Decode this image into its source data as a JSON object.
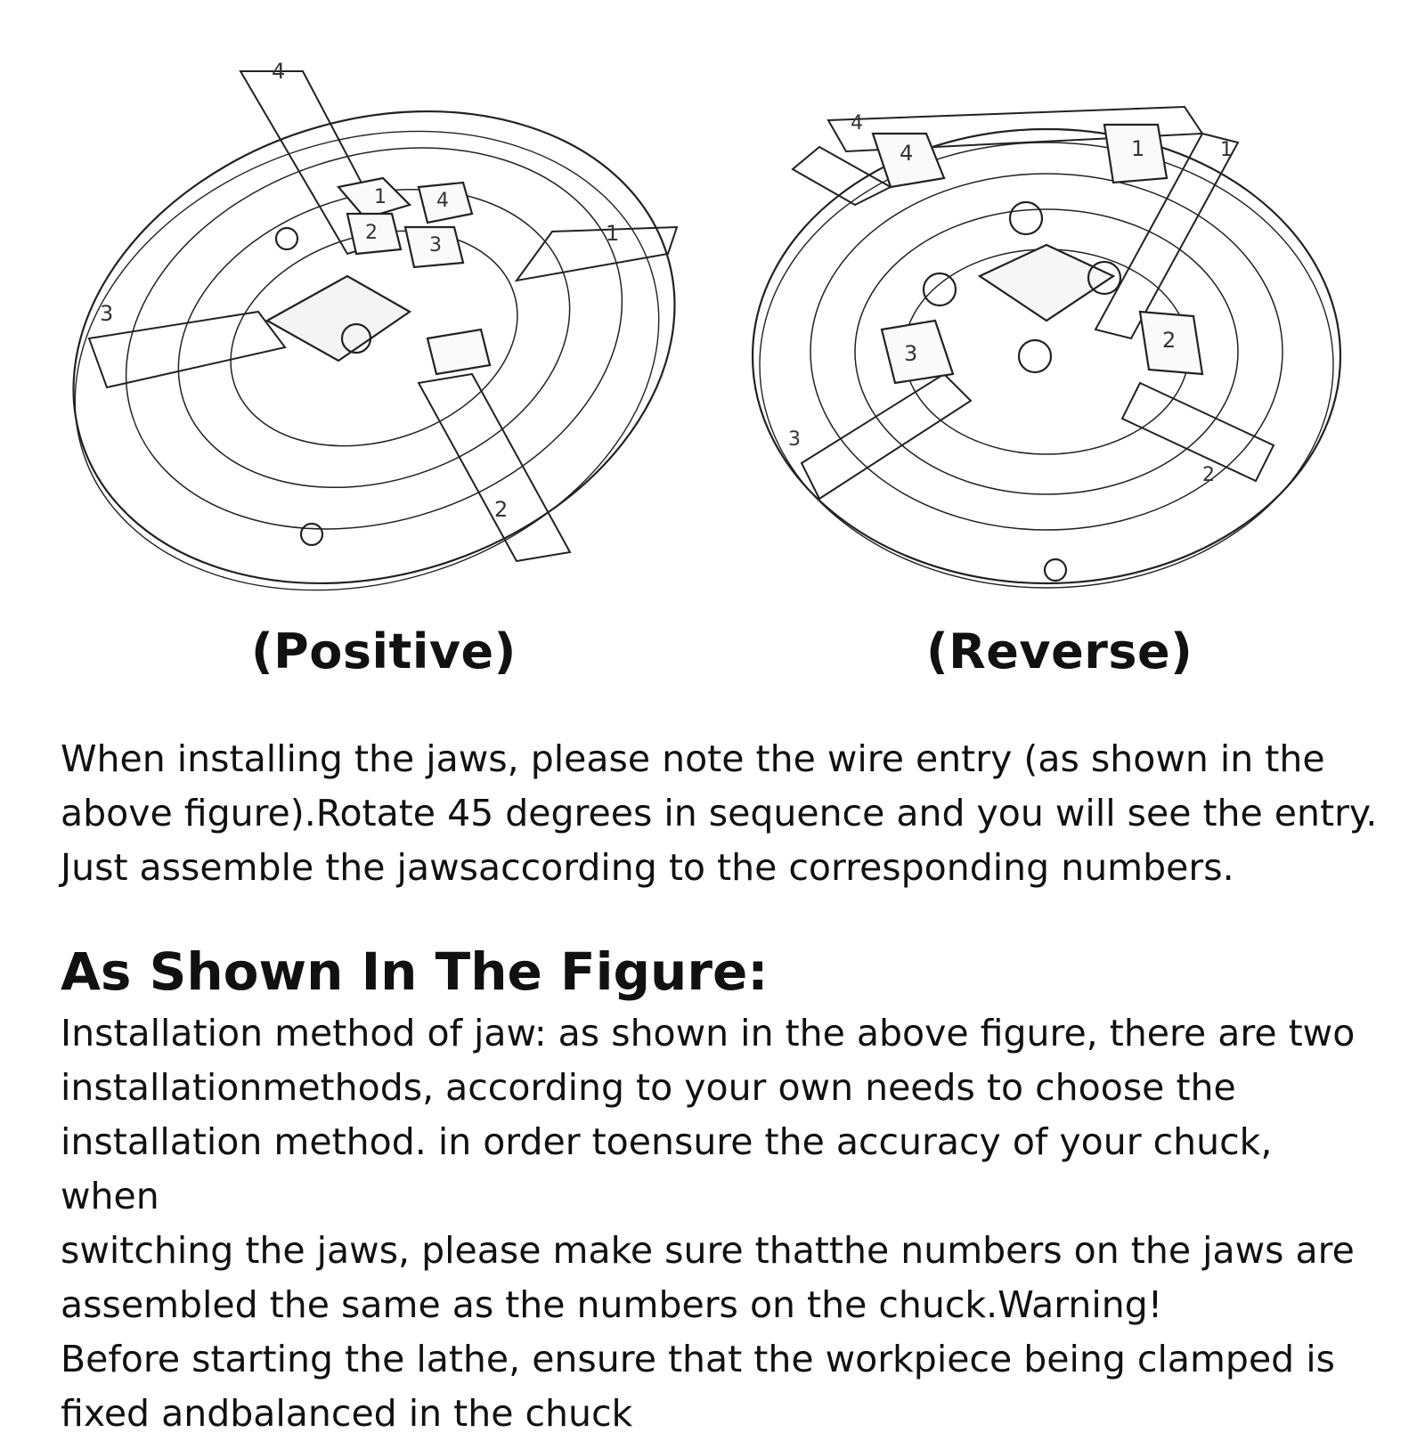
{
  "figures": {
    "positive": {
      "caption": "(Positive)",
      "jaw_numbers": [
        "1",
        "2",
        "3",
        "4"
      ],
      "slot_numbers": [
        "4",
        "1",
        "3",
        "2"
      ]
    },
    "reverse": {
      "caption": "(Reverse)",
      "jaw_numbers": [
        "4",
        "1",
        "3",
        "2"
      ],
      "slot_numbers": [
        "4",
        "1",
        "3",
        "2"
      ]
    }
  },
  "intro_text": "When installing the jaws, please note the wire entry (as shown in the\nabove figure).Rotate 45 degrees in sequence and you will see the entry.\nJust assemble the jawsaccording to the corresponding numbers.",
  "heading": "As Shown In The Figure:",
  "body_text": "Installation method of jaw: as shown in the above figure, there are two\ninstallationmethods, according to your own needs to choose the\ninstallation method. in order toensure the accuracy of your chuck, when\nswitching the jaws, please make sure thatthe numbers on the jaws are\nassembled the same as the numbers on the chuck.Warning!\nBefore starting the lathe, ensure that the workpiece being clamped is\nfixed andbalanced in the chuck"
}
